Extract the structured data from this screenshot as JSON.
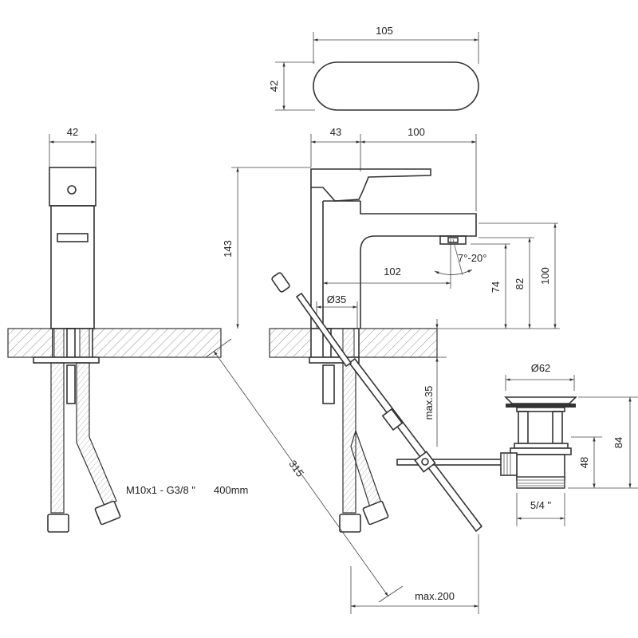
{
  "drawing": {
    "top_view": {
      "width": "105",
      "depth": "42"
    },
    "side_view_left": {
      "width": "42"
    },
    "side_view_main": {
      "body_width": "43",
      "spout_reach": "100",
      "height": "143",
      "outlet_distance": "102",
      "outlet_angle": "7°-20°",
      "outlet_height_74": "74",
      "outlet_height_82": "82",
      "spout_height_100": "100",
      "hole_diameter": "Ø35",
      "max_counter_thickness": "max.35",
      "rod_length": "315",
      "rod_max_reach": "max.200"
    },
    "hoses": {
      "thread": "M10x1 - G3/8 \"",
      "length": "400mm"
    },
    "drain": {
      "diameter": "Ø62",
      "total_height": "84",
      "body_height": "48",
      "thread": "5/4 \""
    }
  }
}
